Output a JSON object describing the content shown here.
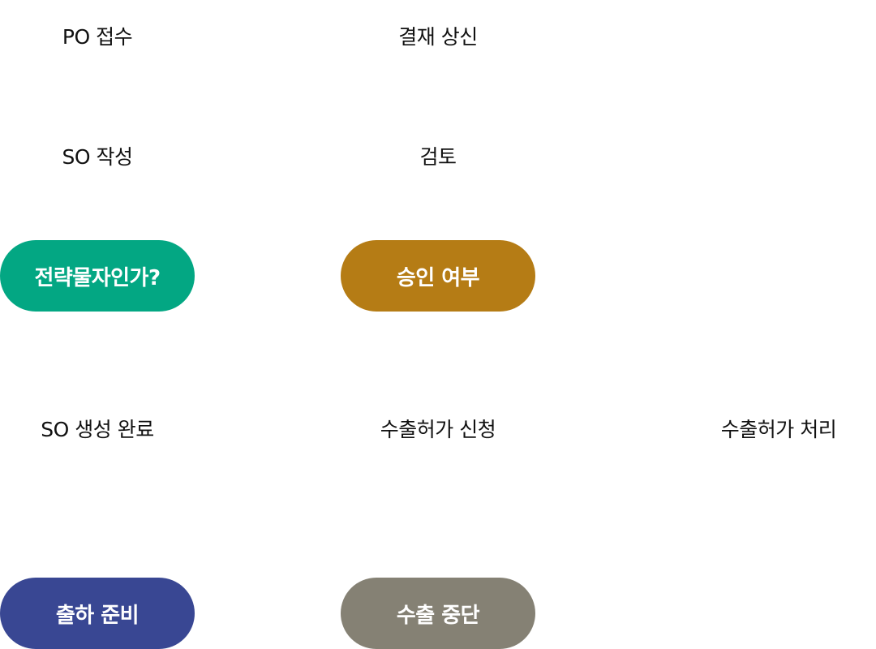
{
  "diagram": {
    "type": "flowchart",
    "nodes": {
      "po_receipt": {
        "label": "PO 접수",
        "shape": "text"
      },
      "approval_request": {
        "label": "결재 상신",
        "shape": "text"
      },
      "so_create": {
        "label": "SO 작성",
        "shape": "text"
      },
      "review": {
        "label": "검토",
        "shape": "text"
      },
      "strategic_goods_check": {
        "label": "전략물자인가?",
        "shape": "pill",
        "color": "#03A783"
      },
      "approval_decision": {
        "label": "승인 여부",
        "shape": "pill",
        "color": "#B57C15"
      },
      "so_created": {
        "label": "SO 생성 완료",
        "shape": "text"
      },
      "export_license_apply": {
        "label": "수출허가 신청",
        "shape": "text"
      },
      "export_license_process": {
        "label": "수출허가 처리",
        "shape": "text"
      },
      "shipping_prep": {
        "label": "출하 준비",
        "shape": "pill",
        "color": "#394793"
      },
      "export_halt": {
        "label": "수출 중단",
        "shape": "pill",
        "color": "#858174"
      }
    }
  }
}
